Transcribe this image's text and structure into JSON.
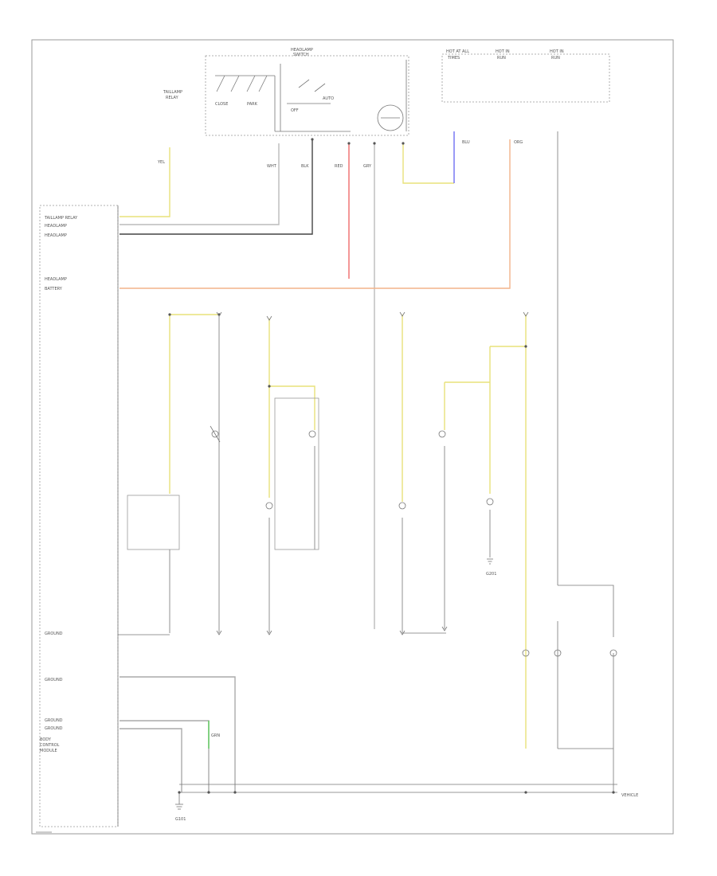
{
  "colors": {
    "black": "#444444",
    "gray": "#aaaaaa",
    "yellow": "#e8e27a",
    "red": "#ef6b6b",
    "orange": "#f3b48a",
    "blue": "#6f6ff2",
    "green": "#5ccc5c",
    "frame": "#999999"
  },
  "icons": [
    "switch-icon",
    "lamp-icon",
    "ground-icon",
    "connector-icon"
  ],
  "labels": {
    "top_switch_title": "HEADLAMP",
    "top_switch_sub": "SWITCH",
    "fuse_a": "HOT AT ALL",
    "fuse_a2": "TIMES",
    "fuse_b": "HOT IN",
    "fuse_b2": "RUN",
    "fuse_c": "HOT IN",
    "fuse_c2": "RUN",
    "module_left": "TAILLAMP",
    "module_left2": "RELAY",
    "body_ctrl_1": "BODY",
    "body_ctrl_2": "CONTROL",
    "body_ctrl_3": "MODULE",
    "pin_1": "TAILLAMP RELAY",
    "pin_2": "HEADLAMP",
    "pin_3": "HEADLAMP",
    "pin_4": "HEADLAMP",
    "pin_5": "BATTERY",
    "pin_6": "GROUND",
    "pin_7": "GROUND",
    "pin_8": "GROUND",
    "pin_9": "GROUND",
    "wire_1": "YEL",
    "wire_2": "WHT",
    "wire_3": "BLK",
    "wire_4": "RED",
    "wire_5": "ORG",
    "wire_6": "GRY",
    "wire_7": "BLU",
    "wire_8": "GRN",
    "ground_1": "G101",
    "ground_2": "G201",
    "footer": "VEHICLE"
  }
}
